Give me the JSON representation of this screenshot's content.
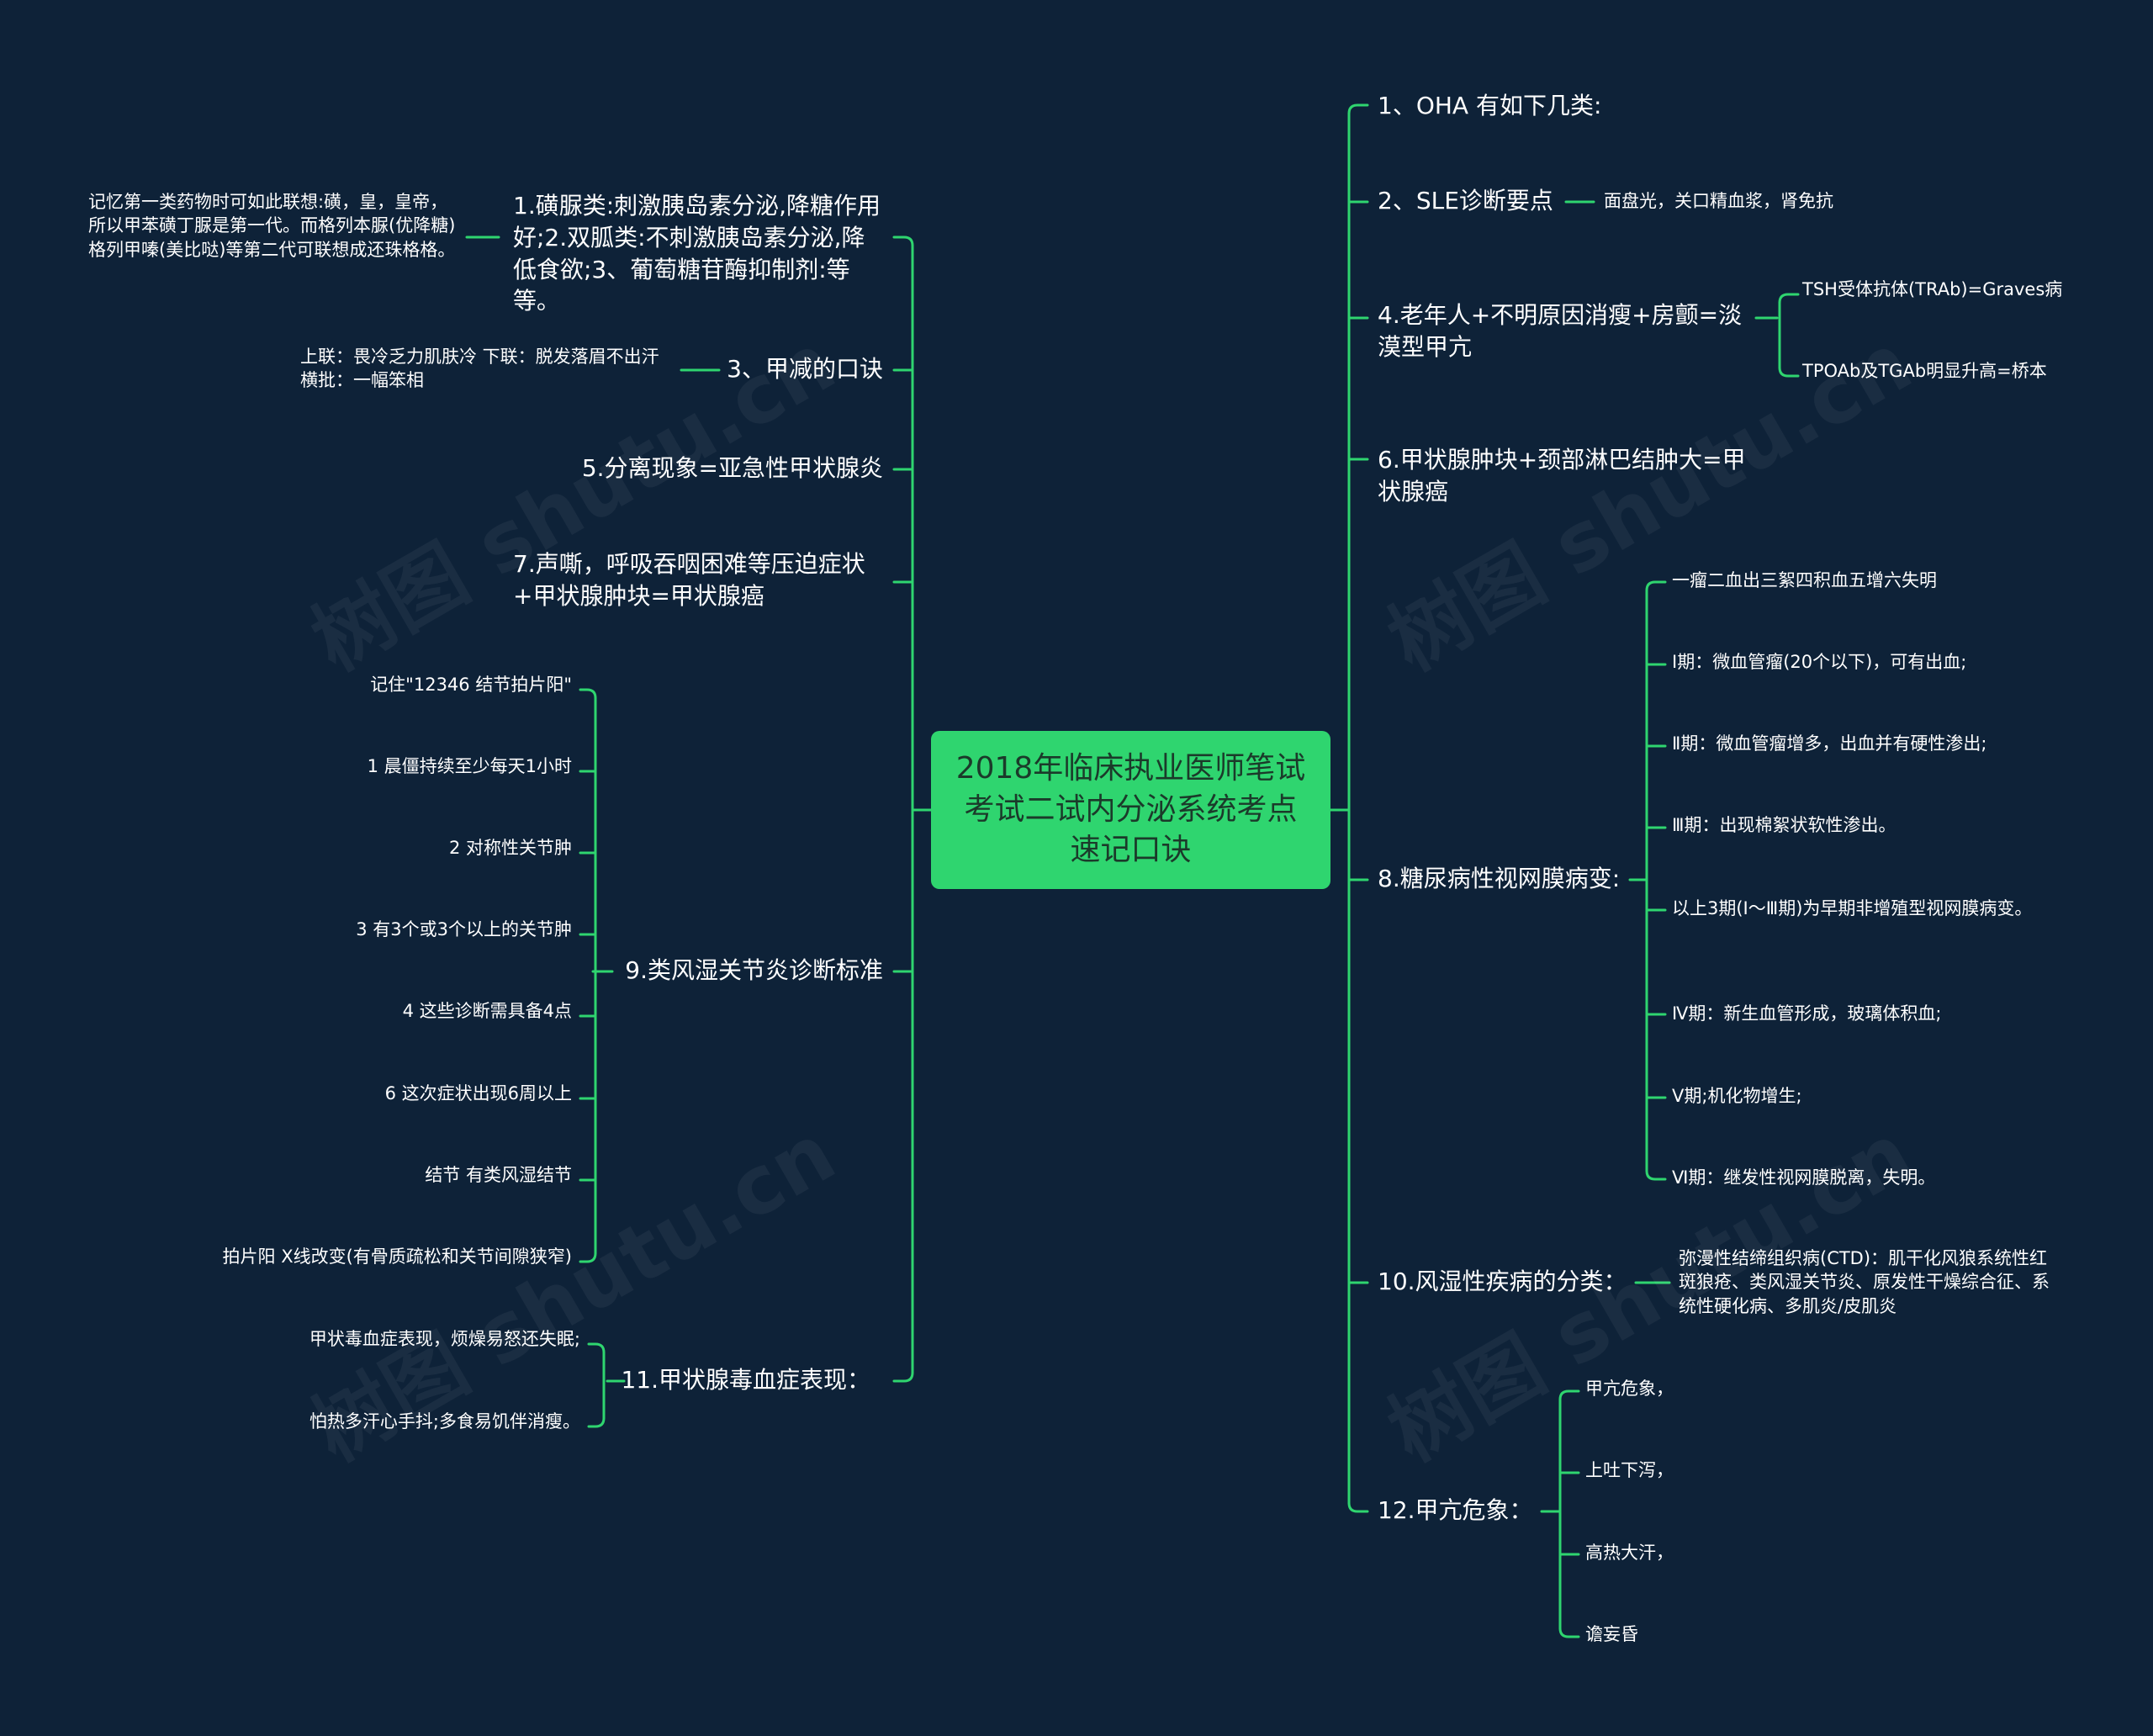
{
  "title": "2018年临床执业医师笔试考试二试内分泌系统考点速记口诀",
  "watermark": "树图 shutu.cn",
  "colors": {
    "background": "#0e2238",
    "center": "#2fd56f",
    "line": "#2fd56f",
    "text": "#ffffff"
  },
  "left": {
    "b1": {
      "label": "1.磺脲类:刺激胰岛素分泌,降糖作用好;2.双胍类:不刺激胰岛素分泌,降低食欲;3、葡萄糖苷酶抑制剂:等等。",
      "note": "记忆第一类药物时可如此联想:磺，皇，皇帝，所以甲苯磺丁脲是第一代。而格列本脲(优降糖)格列甲嗪(美比哒)等第二代可联想成还珠格格。"
    },
    "b2": {
      "label": "3、甲减的口诀",
      "note": "上联：畏冷乏力肌肤冷 下联：脱发落眉不出汗 横批：一幅笨相"
    },
    "b3": {
      "label": "5.分离现象=亚急性甲状腺炎"
    },
    "b4": {
      "label": "7.声嘶，呼吸吞咽困难等压迫症状+甲状腺肿块=甲状腺癌"
    },
    "b5": {
      "label": "9.类风湿关节炎诊断标准",
      "items": [
        "记住\"12346 结节拍片阳\"",
        "1 晨僵持续至少每天1小时",
        "2 对称性关节肿",
        "3 有3个或3个以上的关节肿",
        "4 这些诊断需具备4点",
        "6 这次症状出现6周以上",
        "结节 有类风湿结节",
        "拍片阳 X线改变(有骨质疏松和关节间隙狭窄)"
      ]
    },
    "b6": {
      "label": "11.甲状腺毒血症表现：",
      "items": [
        "甲状毒血症表现，烦燥易怒还失眠;",
        "怕热多汗心手抖;多食易饥伴消瘦。"
      ]
    }
  },
  "right": {
    "b1": {
      "label": "1、OHA 有如下几类:"
    },
    "b2": {
      "label": "2、SLE诊断要点",
      "note": "面盘光，关口精血浆，肾免抗"
    },
    "b3": {
      "label": "4.老年人+不明原因消瘦+房颤=淡漠型甲亢",
      "items": [
        "TSH受体抗体(TRAb)=Graves病",
        "TPOAb及TGAb明显升高=桥本"
      ]
    },
    "b4": {
      "label": "6.甲状腺肿块+颈部淋巴结肿大=甲状腺癌"
    },
    "b5": {
      "label": "8.糖尿病性视网膜病变:",
      "items": [
        "一瘤二血出三絮四积血五增六失明",
        "Ⅰ期：微血管瘤(20个以下)，可有出血;",
        "Ⅱ期：微血管瘤增多，出血并有硬性渗出;",
        "Ⅲ期：出现棉絮状软性渗出。",
        "以上3期(Ⅰ～Ⅲ期)为早期非增殖型视网膜病变。",
        "Ⅳ期：新生血管形成，玻璃体积血;",
        "Ⅴ期;机化物增生;",
        "Ⅵ期：继发性视网膜脱离，失明。"
      ]
    },
    "b6": {
      "label": "10.风湿性疾病的分类：",
      "note": "弥漫性结缔组织病(CTD)：肌干化风狼系统性红斑狼疮、类风湿关节炎、原发性干燥综合征、系统性硬化病、多肌炎/皮肌炎"
    },
    "b7": {
      "label": "12.甲亢危象：",
      "items": [
        "甲亢危象，",
        "上吐下泻，",
        "高热大汗，",
        "谵妄昏"
      ]
    }
  }
}
